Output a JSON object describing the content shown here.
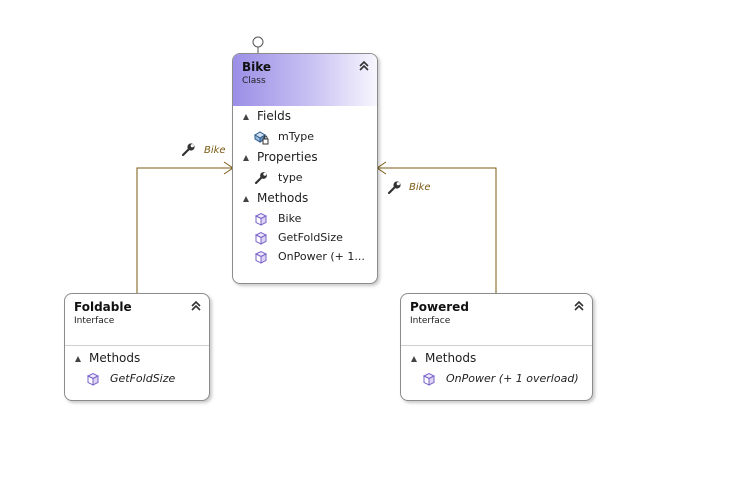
{
  "classes": [
    {
      "name": "Bike",
      "stereotype": "Class",
      "sections": [
        {
          "label": "Fields",
          "members": [
            {
              "name": "mType",
              "icon": "field-icon"
            }
          ]
        },
        {
          "label": "Properties",
          "members": [
            {
              "name": "type",
              "icon": "property-wrench-icon"
            }
          ]
        },
        {
          "label": "Methods",
          "members": [
            {
              "name": "Bike",
              "icon": "method-cube-icon"
            },
            {
              "name": "GetFoldSize",
              "icon": "method-cube-icon"
            },
            {
              "name": "OnPower (+ 1...",
              "icon": "method-cube-icon"
            }
          ]
        }
      ]
    },
    {
      "name": "Foldable",
      "stereotype": "Interface",
      "sections": [
        {
          "label": "Methods",
          "members": [
            {
              "name": "GetFoldSize",
              "icon": "method-cube-icon"
            }
          ]
        }
      ]
    },
    {
      "name": "Powered",
      "stereotype": "Interface",
      "sections": [
        {
          "label": "Methods",
          "members": [
            {
              "name": "OnPower (+ 1 overload)",
              "icon": "method-cube-icon"
            }
          ]
        }
      ]
    }
  ],
  "links": [
    {
      "from": "Foldable",
      "to": "Bike",
      "label": "Bike",
      "icon": "wrench-icon"
    },
    {
      "from": "Powered",
      "to": "Bike",
      "label": "Bike",
      "icon": "wrench-icon"
    }
  ],
  "colors": {
    "connector": "#7a5a12",
    "class_header_start": "#9a8fe6",
    "method_icon": "#7a63c8"
  }
}
